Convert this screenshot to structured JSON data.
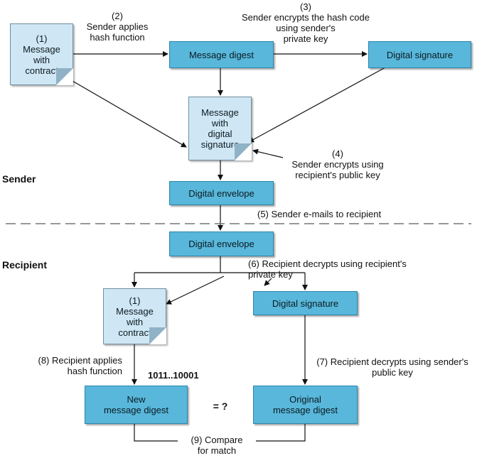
{
  "sender_label": "Sender",
  "recipient_label": "Recipient",
  "doc_top": "(1)\nMessage\nwith\ncontract",
  "doc_bottom": "(1)\nMessage\nwith\ncontract",
  "box_message_digest": "Message digest",
  "box_digital_signature_top": "Digital signature",
  "doc_message_signature": "Message\nwith\ndigital\nsignature",
  "box_envelope_top": "Digital envelope",
  "box_envelope_bottom": "Digital envelope",
  "box_digital_signature_bottom": "Digital signature",
  "box_new_digest": "New\nmessage digest",
  "box_original_digest": "Original\nmessage digest",
  "step2": "(2)\nSender applies\nhash function",
  "step3": "(3)\nSender encrypts the hash code\nusing sender's\nprivate key",
  "step4": "(4)\nSender encrypts using\nrecipient's public key",
  "step5": "(5) Sender e-mails to recipient",
  "step6": "(6) Recipient decrypts using recipient's\nprivate key",
  "step7": "(7) Recipient decrypts using sender's\npublic key",
  "step8": "(8) Recipient applies\nhash function",
  "bits": "1011..10001",
  "equals": "= ?",
  "step9": "(9) Compare\nfor match"
}
